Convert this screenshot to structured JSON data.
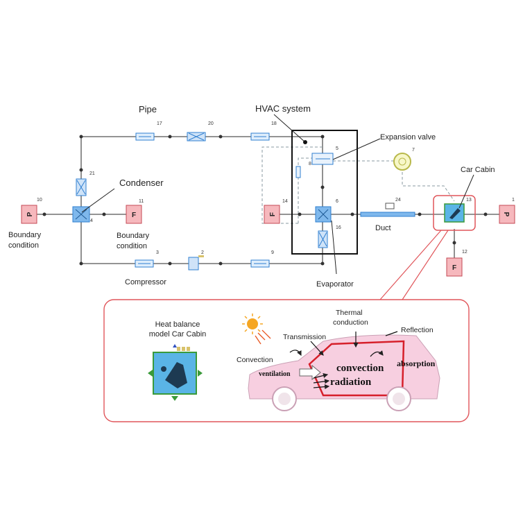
{
  "labels": {
    "pipe": "Pipe",
    "hvac": "HVAC system",
    "expansion_valve": "Expansion valve",
    "car_cabin": "Car Cabin",
    "condenser": "Condenser",
    "boundary_left_1": "Boundary",
    "boundary_left_2": "condition",
    "boundary_mid_1": "Boundary",
    "boundary_mid_2": "condition",
    "compressor": "Compressor",
    "duct": "Duct",
    "evaporator": "Evaporator"
  },
  "block_letters": {
    "p": "P",
    "f": "F"
  },
  "numbers": {
    "n1": "1",
    "n2": "2",
    "n3": "3",
    "n4": "4",
    "n5": "5",
    "n6": "6",
    "n7": "7",
    "n8": "8",
    "n9": "9",
    "n10": "10",
    "n11": "11",
    "n12": "12",
    "n13": "13",
    "n14": "14",
    "n16": "16",
    "n17": "17",
    "n18": "18",
    "n20": "20",
    "n21": "21",
    "n24": "24"
  },
  "inset": {
    "heat_balance_1": "Heat balance",
    "heat_balance_2": "model Car Cabin",
    "thermal_1": "Thermal",
    "thermal_2": "conduction",
    "reflection": "Reflection",
    "transmission": "Transmission",
    "convection_small": "Convection",
    "ventilation": "ventilation",
    "convection_big": "convection",
    "radiation": "radiation",
    "absorption": "absorption"
  },
  "colors": {
    "line": "#555555",
    "block_fill": "#f6b8bd",
    "block_stroke": "#c44a55",
    "highlight": "#e0555a",
    "component": "#2f7fd0",
    "car_body": "#f7cfe0",
    "inset_icon_bg": "#5ab4e6",
    "inset_icon_border": "#3a9a3a"
  }
}
